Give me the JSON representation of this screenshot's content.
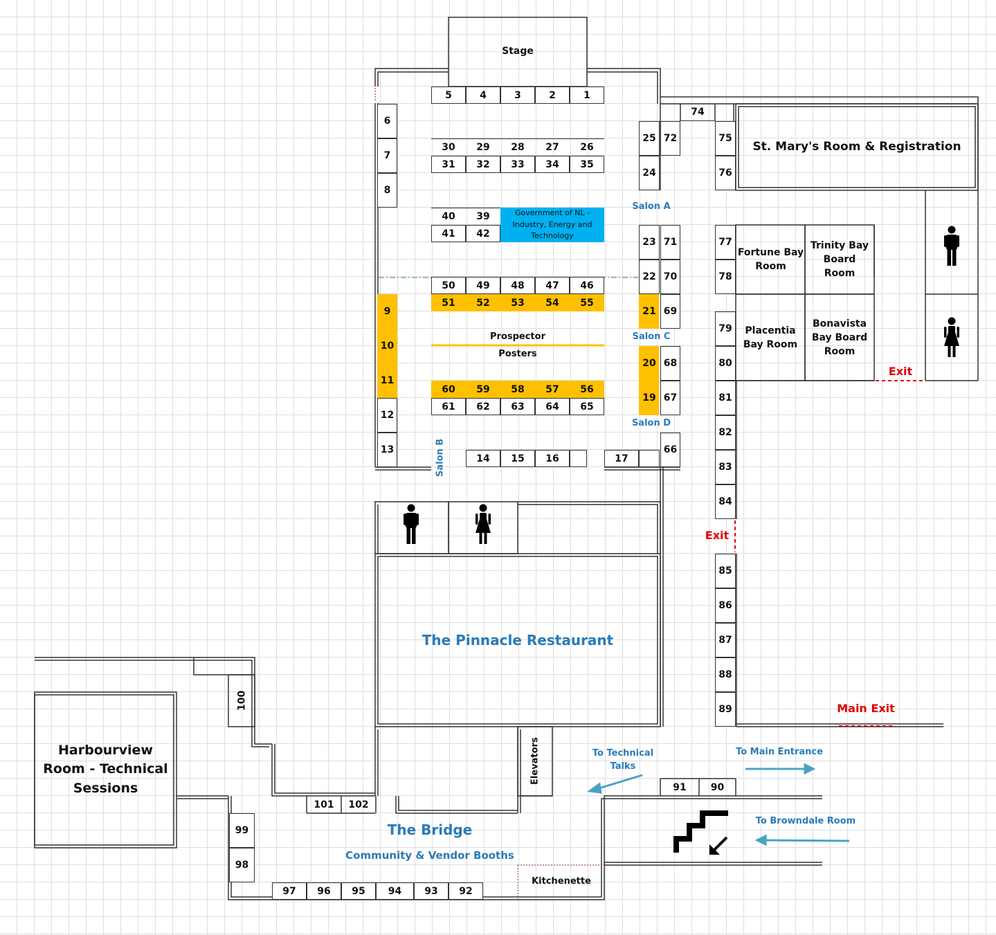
{
  "map": {
    "stage": "Stage",
    "rooms": {
      "st_marys": "St. Mary's Room & Registration",
      "fortune_bay": "Fortune Bay Room",
      "trinity_bay": "Trinity Bay Board Room",
      "placentia_bay": "Placentia Bay Room",
      "bonavista_bay": "Bonavista Bay Board Room",
      "pinnacle": "The Pinnacle Restaurant",
      "harbourview": "Harbourview Room - Technical Sessions",
      "bridge": "The Bridge",
      "bridge_sub": "Community & Vendor Booths",
      "kitchenette": "Kitchenette",
      "elevators": "Elevators"
    },
    "salons": {
      "a": "Salon A",
      "b": "Salon B",
      "c": "Salon C",
      "d": "Salon D"
    },
    "prospector": "Prospector",
    "posters": "Posters",
    "government": "Government of NL - Industry, Energy and Technology",
    "exits": {
      "east": "Exit",
      "center": "Exit",
      "main": "Main Exit"
    },
    "directions": {
      "technical_talks": "To Technical Talks",
      "main_entrance": "To Main Entrance",
      "browndale": "To Browndale Room"
    },
    "booths": {
      "b1": "1",
      "b2": "2",
      "b3": "3",
      "b4": "4",
      "b5": "5",
      "b6": "6",
      "b7": "7",
      "b8": "8",
      "b9": "9",
      "b10": "10",
      "b11": "11",
      "b12": "12",
      "b13": "13",
      "b14": "14",
      "b15": "15",
      "b16": "16",
      "b17": "17",
      "b19": "19",
      "b20": "20",
      "b21": "21",
      "b22": "22",
      "b23": "23",
      "b24": "24",
      "b25": "25",
      "b26": "26",
      "b27": "27",
      "b28": "28",
      "b29": "29",
      "b30": "30",
      "b31": "31",
      "b32": "32",
      "b33": "33",
      "b34": "34",
      "b35": "35",
      "b39": "39",
      "b40": "40",
      "b41": "41",
      "b42": "42",
      "b46": "46",
      "b47": "47",
      "b48": "48",
      "b49": "49",
      "b50": "50",
      "b51": "51",
      "b52": "52",
      "b53": "53",
      "b54": "54",
      "b55": "55",
      "b56": "56",
      "b57": "57",
      "b58": "58",
      "b59": "59",
      "b60": "60",
      "b61": "61",
      "b62": "62",
      "b63": "63",
      "b64": "64",
      "b65": "65",
      "b66": "66",
      "b67": "67",
      "b68": "68",
      "b69": "69",
      "b70": "70",
      "b71": "71",
      "b72": "72",
      "b74": "74",
      "b75": "75",
      "b76": "76",
      "b77": "77",
      "b78": "78",
      "b79": "79",
      "b80": "80",
      "b81": "81",
      "b82": "82",
      "b83": "83",
      "b84": "84",
      "b85": "85",
      "b86": "86",
      "b87": "87",
      "b88": "88",
      "b89": "89",
      "b90": "90",
      "b91": "91",
      "b92": "92",
      "b93": "93",
      "b94": "94",
      "b95": "95",
      "b96": "96",
      "b97": "97",
      "b98": "98",
      "b99": "99",
      "b100": "100",
      "b101": "101",
      "b102": "102"
    },
    "colors": {
      "highlight": "#ffc000",
      "government": "#00b0f0",
      "label_blue": "#2a7bb8",
      "exit_red": "#e00000",
      "arrow": "#4ba3c3"
    },
    "icons": [
      "restroom-men-icon",
      "restroom-women-icon",
      "stairs-icon",
      "arrow-icon"
    ]
  }
}
